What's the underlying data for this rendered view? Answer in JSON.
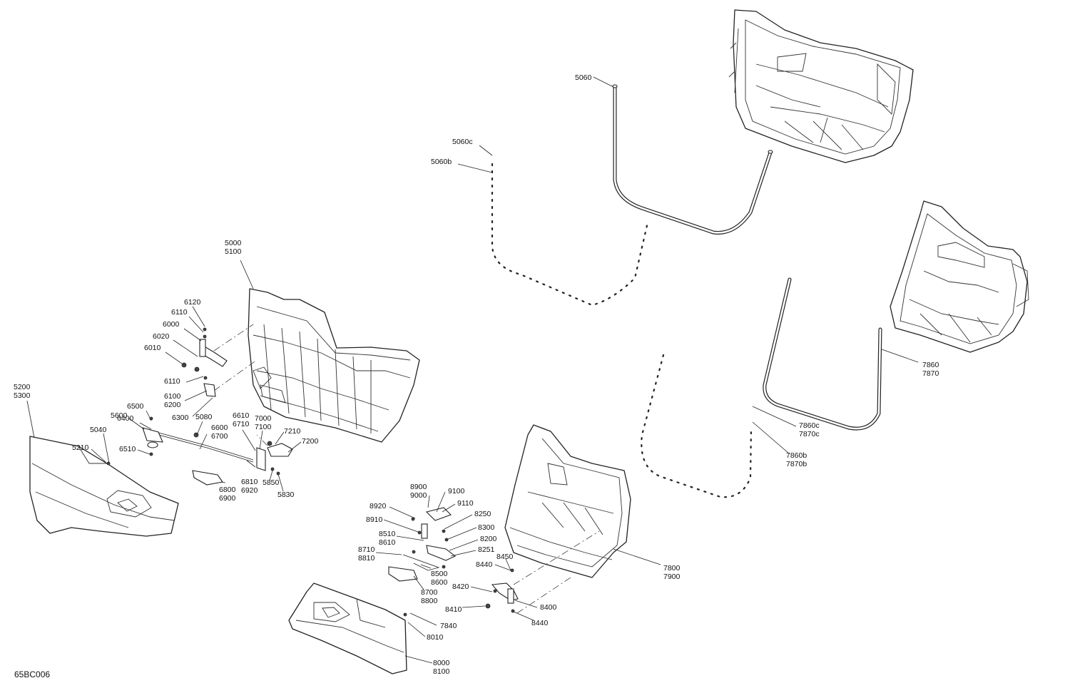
{
  "diagram": {
    "code": "65BC006",
    "callouts": [
      {
        "id": "c5060",
        "lines": [
          "5060"
        ]
      },
      {
        "id": "c5060c",
        "lines": [
          "5060c"
        ]
      },
      {
        "id": "c5060b",
        "lines": [
          "5060b"
        ]
      },
      {
        "id": "c5000",
        "lines": [
          "5000",
          "5100"
        ]
      },
      {
        "id": "c6120",
        "lines": [
          "6120"
        ]
      },
      {
        "id": "c6110a",
        "lines": [
          "6110"
        ]
      },
      {
        "id": "c6000",
        "lines": [
          "6000"
        ]
      },
      {
        "id": "c6020",
        "lines": [
          "6020"
        ]
      },
      {
        "id": "c6010",
        "lines": [
          "6010"
        ]
      },
      {
        "id": "c6110b",
        "lines": [
          "6110"
        ]
      },
      {
        "id": "c6100",
        "lines": [
          "6100",
          "6200"
        ]
      },
      {
        "id": "c6300",
        "lines": [
          "6300"
        ]
      },
      {
        "id": "c5200",
        "lines": [
          "5200",
          "5300"
        ]
      },
      {
        "id": "c6500",
        "lines": [
          "6500"
        ]
      },
      {
        "id": "c6400",
        "lines": [
          "6400"
        ]
      },
      {
        "id": "c5600",
        "lines": [
          "5600"
        ]
      },
      {
        "id": "c5040",
        "lines": [
          "5040"
        ]
      },
      {
        "id": "c5210",
        "lines": [
          "5210"
        ]
      },
      {
        "id": "c6510",
        "lines": [
          "6510"
        ]
      },
      {
        "id": "c5080",
        "lines": [
          "5080"
        ]
      },
      {
        "id": "c6600",
        "lines": [
          "6600",
          "6700"
        ]
      },
      {
        "id": "c6610",
        "lines": [
          "6610",
          "6710"
        ]
      },
      {
        "id": "c7000",
        "lines": [
          "7000",
          "7100"
        ]
      },
      {
        "id": "c7210",
        "lines": [
          "7210"
        ]
      },
      {
        "id": "c7200",
        "lines": [
          "7200"
        ]
      },
      {
        "id": "c6800",
        "lines": [
          "6800",
          "6900"
        ]
      },
      {
        "id": "c6810",
        "lines": [
          "6810",
          "6920"
        ]
      },
      {
        "id": "c5850",
        "lines": [
          "5850"
        ]
      },
      {
        "id": "c5830",
        "lines": [
          "5830"
        ]
      },
      {
        "id": "c7860",
        "lines": [
          "7860",
          "7870"
        ]
      },
      {
        "id": "c7860c",
        "lines": [
          "7860c",
          "7870c"
        ]
      },
      {
        "id": "c7860b",
        "lines": [
          "7860b",
          "7870b"
        ]
      },
      {
        "id": "c7800",
        "lines": [
          "7800",
          "7900"
        ]
      },
      {
        "id": "c8900",
        "lines": [
          "8900",
          "9000"
        ]
      },
      {
        "id": "c9100",
        "lines": [
          "9100"
        ]
      },
      {
        "id": "c8920",
        "lines": [
          "8920"
        ]
      },
      {
        "id": "c9110",
        "lines": [
          "9110"
        ]
      },
      {
        "id": "c8910",
        "lines": [
          "8910"
        ]
      },
      {
        "id": "c8250",
        "lines": [
          "8250"
        ]
      },
      {
        "id": "c8300",
        "lines": [
          "8300"
        ]
      },
      {
        "id": "c8510",
        "lines": [
          "8510",
          "8610"
        ]
      },
      {
        "id": "c8200",
        "lines": [
          "8200"
        ]
      },
      {
        "id": "c8710",
        "lines": [
          "8710",
          "8810"
        ]
      },
      {
        "id": "c8251",
        "lines": [
          "8251"
        ]
      },
      {
        "id": "c8450",
        "lines": [
          "8450"
        ]
      },
      {
        "id": "c8440a",
        "lines": [
          "8440"
        ]
      },
      {
        "id": "c8500",
        "lines": [
          "8500",
          "8600"
        ]
      },
      {
        "id": "c8700",
        "lines": [
          "8700",
          "8800"
        ]
      },
      {
        "id": "c8420",
        "lines": [
          "8420"
        ]
      },
      {
        "id": "c8410",
        "lines": [
          "8410"
        ]
      },
      {
        "id": "c8400",
        "lines": [
          "8400"
        ]
      },
      {
        "id": "c8440b",
        "lines": [
          "8440"
        ]
      },
      {
        "id": "c7840",
        "lines": [
          "7840"
        ]
      },
      {
        "id": "c8010",
        "lines": [
          "8010"
        ]
      },
      {
        "id": "c8000",
        "lines": [
          "8000",
          "8100"
        ]
      }
    ]
  }
}
